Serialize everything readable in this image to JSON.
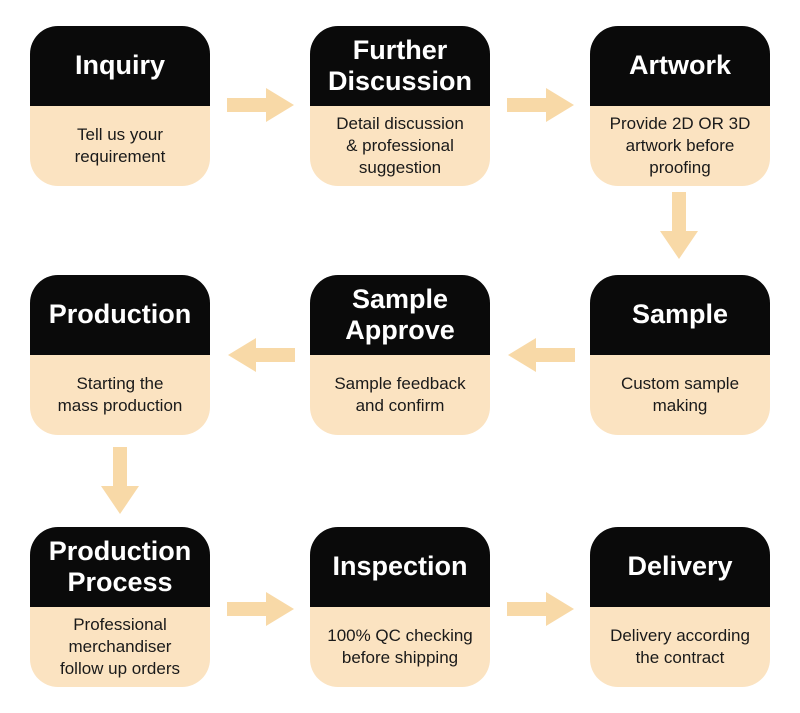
{
  "diagram": {
    "type": "process-flowchart",
    "background": "#ffffff"
  },
  "colors": {
    "header_bg": "#0a0a0a",
    "header_text": "#ffffff",
    "body_bg": "#fbe3c1",
    "body_text": "#1a1a1a",
    "arrow": "#f8d9a7"
  },
  "steps": [
    {
      "id": "inquiry",
      "title": "Inquiry",
      "description": "Tell us your\nrequirement"
    },
    {
      "id": "further-discussion",
      "title": "Further\nDiscussion",
      "description": "Detail discussion\n& professional\nsuggestion"
    },
    {
      "id": "artwork",
      "title": "Artwork",
      "description": "Provide 2D OR 3D\nartwork before\nproofing"
    },
    {
      "id": "sample",
      "title": "Sample",
      "description": "Custom sample\nmaking"
    },
    {
      "id": "sample-approve",
      "title": "Sample\nApprove",
      "description": "Sample feedback\nand confirm"
    },
    {
      "id": "production",
      "title": "Production",
      "description": "Starting the\nmass production"
    },
    {
      "id": "production-process",
      "title": "Production\nProcess",
      "description": "Professional\nmerchandiser\nfollow up orders"
    },
    {
      "id": "inspection",
      "title": "Inspection",
      "description": "100% QC checking\nbefore shipping"
    },
    {
      "id": "delivery",
      "title": "Delivery",
      "description": "Delivery according\nthe contract"
    }
  ],
  "arrows": [
    {
      "from": "Inquiry",
      "to": "Further Discussion",
      "direction": "right"
    },
    {
      "from": "Further Discussion",
      "to": "Artwork",
      "direction": "right"
    },
    {
      "from": "Artwork",
      "to": "Sample",
      "direction": "down"
    },
    {
      "from": "Sample",
      "to": "Sample Approve",
      "direction": "left"
    },
    {
      "from": "Sample Approve",
      "to": "Production",
      "direction": "left"
    },
    {
      "from": "Production",
      "to": "Production Process",
      "direction": "down"
    },
    {
      "from": "Production Process",
      "to": "Inspection",
      "direction": "right"
    },
    {
      "from": "Inspection",
      "to": "Delivery",
      "direction": "right"
    }
  ]
}
